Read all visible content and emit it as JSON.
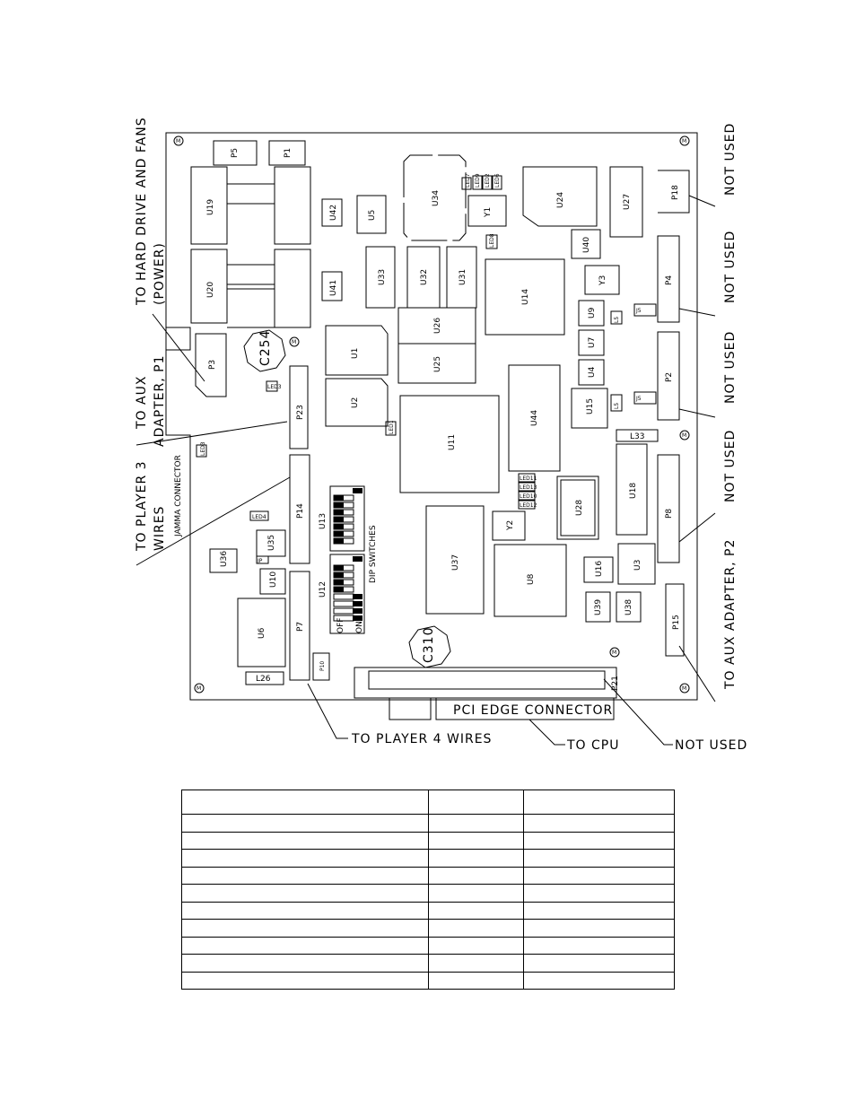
{
  "components": {
    "P5": "P5",
    "P1": "P1",
    "U19": "U19",
    "U20": "U20",
    "P3": "P3",
    "C254": "C254",
    "P23": "P23",
    "U42": "U42",
    "U5": "U5",
    "U41": "U41",
    "U34": "U34",
    "Y1": "Y1",
    "U24": "U24",
    "U27": "U27",
    "P18": "P18",
    "U33": "U33",
    "U32": "U32",
    "U31": "U31",
    "U14": "U14",
    "U40": "U40",
    "Y3": "Y3",
    "P4": "P4",
    "U1": "U1",
    "U2": "U2",
    "U26": "U26",
    "U25": "U25",
    "U9": "U9",
    "U7": "U7",
    "U4": "U4",
    "U15": "U15",
    "P2": "P2",
    "U11": "U11",
    "U44": "U44",
    "L33": "L33",
    "U18": "U18",
    "P8": "P8",
    "U28": "U28",
    "Y2": "Y2",
    "U37": "U37",
    "U8": "U8",
    "U16": "U16",
    "U3": "U3",
    "U39": "U39",
    "U38": "U38",
    "P15": "P15",
    "P14": "P14",
    "U13": "U13",
    "U12": "U12",
    "U35": "U35",
    "U36": "U36",
    "U10": "U10",
    "U6": "U6",
    "P7": "P7",
    "P10": "P10",
    "L26": "L26",
    "C310": "C310",
    "P21": "P21",
    "J5": "J5"
  },
  "small_labels": {
    "led3": "LED3",
    "led1": "LED1",
    "led4": "LED4",
    "led5": "LED5",
    "led7": "LED7",
    "led9": "LED9",
    "led2": "LED2",
    "led6": "LED6",
    "led8": "LED8",
    "led11": "LED11",
    "led13": "LED13",
    "led10": "LED10",
    "led12": "LED12",
    "l5a": "L5",
    "l5b": "L5",
    "jp": "JP",
    "l4": "L4"
  },
  "board_text": {
    "jamma": "JAMMA CONNECTOR",
    "dip": "DIP SWITCHES",
    "off": "OFF",
    "on": "ON",
    "pci": "PCI EDGE CONNECTOR",
    "mount": "M"
  },
  "callouts": {
    "hard_drive": "TO HARD DRIVE AND FANS",
    "power": "(POWER)",
    "aux_p1_a": "TO AUX",
    "aux_p1_b": "ADAPTER, P1",
    "player3_a": "TO PLAYER 3",
    "player3_b": "WIRES",
    "not_used_p18": "NOT USED",
    "not_used_p4": "NOT USED",
    "not_used_p2": "NOT USED",
    "not_used_p8": "NOT USED",
    "aux_p2": "TO AUX ADAPTER, P2",
    "player4": "TO PLAYER 4 WIRES",
    "cpu": "TO CPU",
    "not_used_p21": "NOT USED"
  },
  "table": {
    "rows": [
      [
        "",
        "",
        ""
      ],
      [
        "",
        "",
        ""
      ],
      [
        "",
        "",
        ""
      ],
      [
        "",
        "",
        ""
      ],
      [
        "",
        "",
        ""
      ],
      [
        "",
        "",
        ""
      ],
      [
        "",
        "",
        ""
      ],
      [
        "",
        "",
        ""
      ],
      [
        "",
        "",
        ""
      ],
      [
        "",
        "",
        ""
      ],
      [
        "",
        "",
        ""
      ]
    ]
  }
}
